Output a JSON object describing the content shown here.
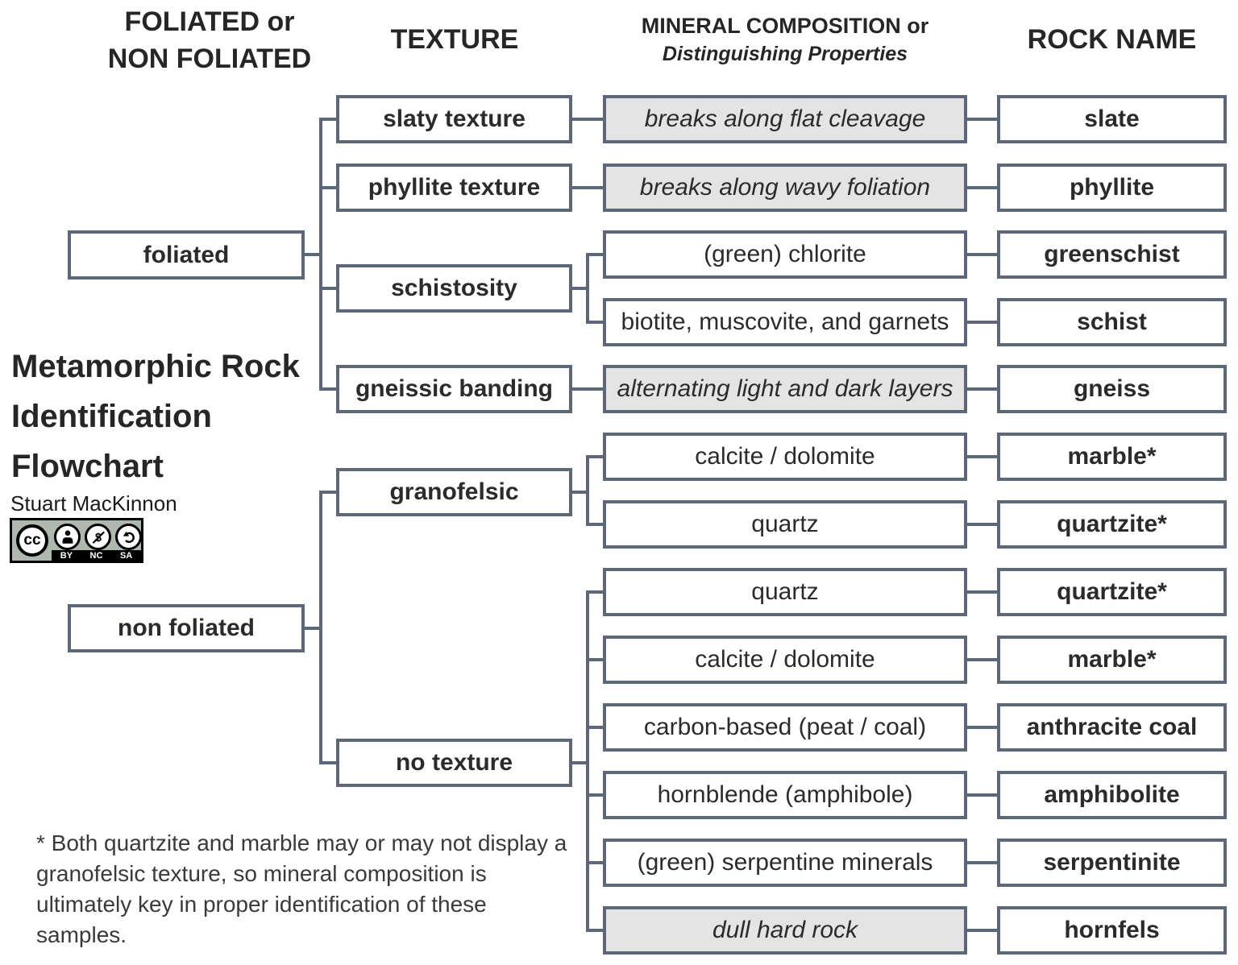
{
  "title": "Metamorphic Rock Identification Flowchart",
  "author": "Stuart MacKinnon",
  "license": {
    "cc": "cc",
    "by": "BY",
    "nc": "NC",
    "sa": "SA"
  },
  "headers": {
    "category_line1": "FOLIATED or",
    "category_line2": "NON FOLIATED",
    "texture": "TEXTURE",
    "mineral_line1": "MINERAL COMPOSITION or",
    "mineral_line2": "Distinguishing Properties",
    "rock": "ROCK NAME"
  },
  "categories": {
    "foliated": "foliated",
    "non_foliated": "non foliated"
  },
  "textures": {
    "slaty": "slaty texture",
    "phyllite": "phyllite texture",
    "schistosity": "schistosity",
    "gneissic": "gneissic banding",
    "granofelsic": "granofelsic",
    "no_texture": "no texture"
  },
  "rows": [
    {
      "mineral": "breaks along flat cleavage",
      "shaded": true,
      "rock": "slate"
    },
    {
      "mineral": "breaks along wavy foliation",
      "shaded": true,
      "rock": "phyllite"
    },
    {
      "mineral": "(green) chlorite",
      "shaded": false,
      "rock": "greenschist"
    },
    {
      "mineral": "biotite, muscovite, and garnets",
      "shaded": false,
      "rock": "schist"
    },
    {
      "mineral": "alternating light and dark layers",
      "shaded": true,
      "rock": "gneiss"
    },
    {
      "mineral": "calcite / dolomite",
      "shaded": false,
      "rock": "marble*"
    },
    {
      "mineral": "quartz",
      "shaded": false,
      "rock": "quartzite*"
    },
    {
      "mineral": "quartz",
      "shaded": false,
      "rock": "quartzite*"
    },
    {
      "mineral": "calcite / dolomite",
      "shaded": false,
      "rock": "marble*"
    },
    {
      "mineral": "carbon-based (peat / coal)",
      "shaded": false,
      "rock": "anthracite coal"
    },
    {
      "mineral": "hornblende (amphibole)",
      "shaded": false,
      "rock": "amphibolite"
    },
    {
      "mineral": "(green) serpentine minerals",
      "shaded": false,
      "rock": "serpentinite"
    },
    {
      "mineral": "dull hard rock",
      "shaded": true,
      "rock": "hornfels"
    }
  ],
  "footnote": {
    "lines": [
      "* Both quartzite and marble may or may not display a",
      "granofelsic texture, so mineral composition is",
      "ultimately key in proper identification of these",
      "samples."
    ]
  },
  "colors": {
    "line": "#5c6879",
    "shaded_fill": "#e4e4e4",
    "text": "#2b2b2b",
    "license_bg": "#aeb8ae"
  }
}
